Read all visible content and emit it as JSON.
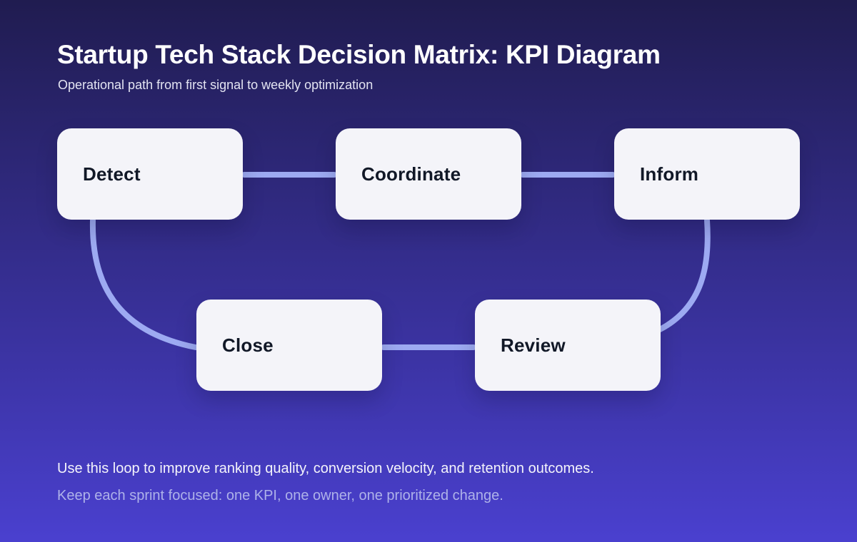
{
  "theme": {
    "bg_top": "#201c50",
    "bg_bottom": "#4a40cf",
    "node_bg": "#f4f4f9",
    "node_text": "#111827",
    "connector": "#9daaf2",
    "title_color": "#ffffff",
    "subtitle_color": "#e3e4f2",
    "footer_primary": "#f4f4fb",
    "footer_secondary": "#aeb2e9"
  },
  "header": {
    "title": "Startup Tech Stack Decision Matrix: KPI Diagram",
    "subtitle": "Operational path from first signal to weekly optimization"
  },
  "diagram": {
    "nodes": [
      {
        "id": "detect",
        "label": "Detect"
      },
      {
        "id": "coordinate",
        "label": "Coordinate"
      },
      {
        "id": "inform",
        "label": "Inform"
      },
      {
        "id": "close",
        "label": "Close"
      },
      {
        "id": "review",
        "label": "Review"
      }
    ],
    "flow_order": [
      "Detect",
      "Coordinate",
      "Inform",
      "Review",
      "Close",
      "Detect"
    ]
  },
  "footer": {
    "line1": "Use this loop to improve ranking quality, conversion velocity, and retention outcomes.",
    "line2": "Keep each sprint focused: one KPI, one owner, one prioritized change."
  }
}
